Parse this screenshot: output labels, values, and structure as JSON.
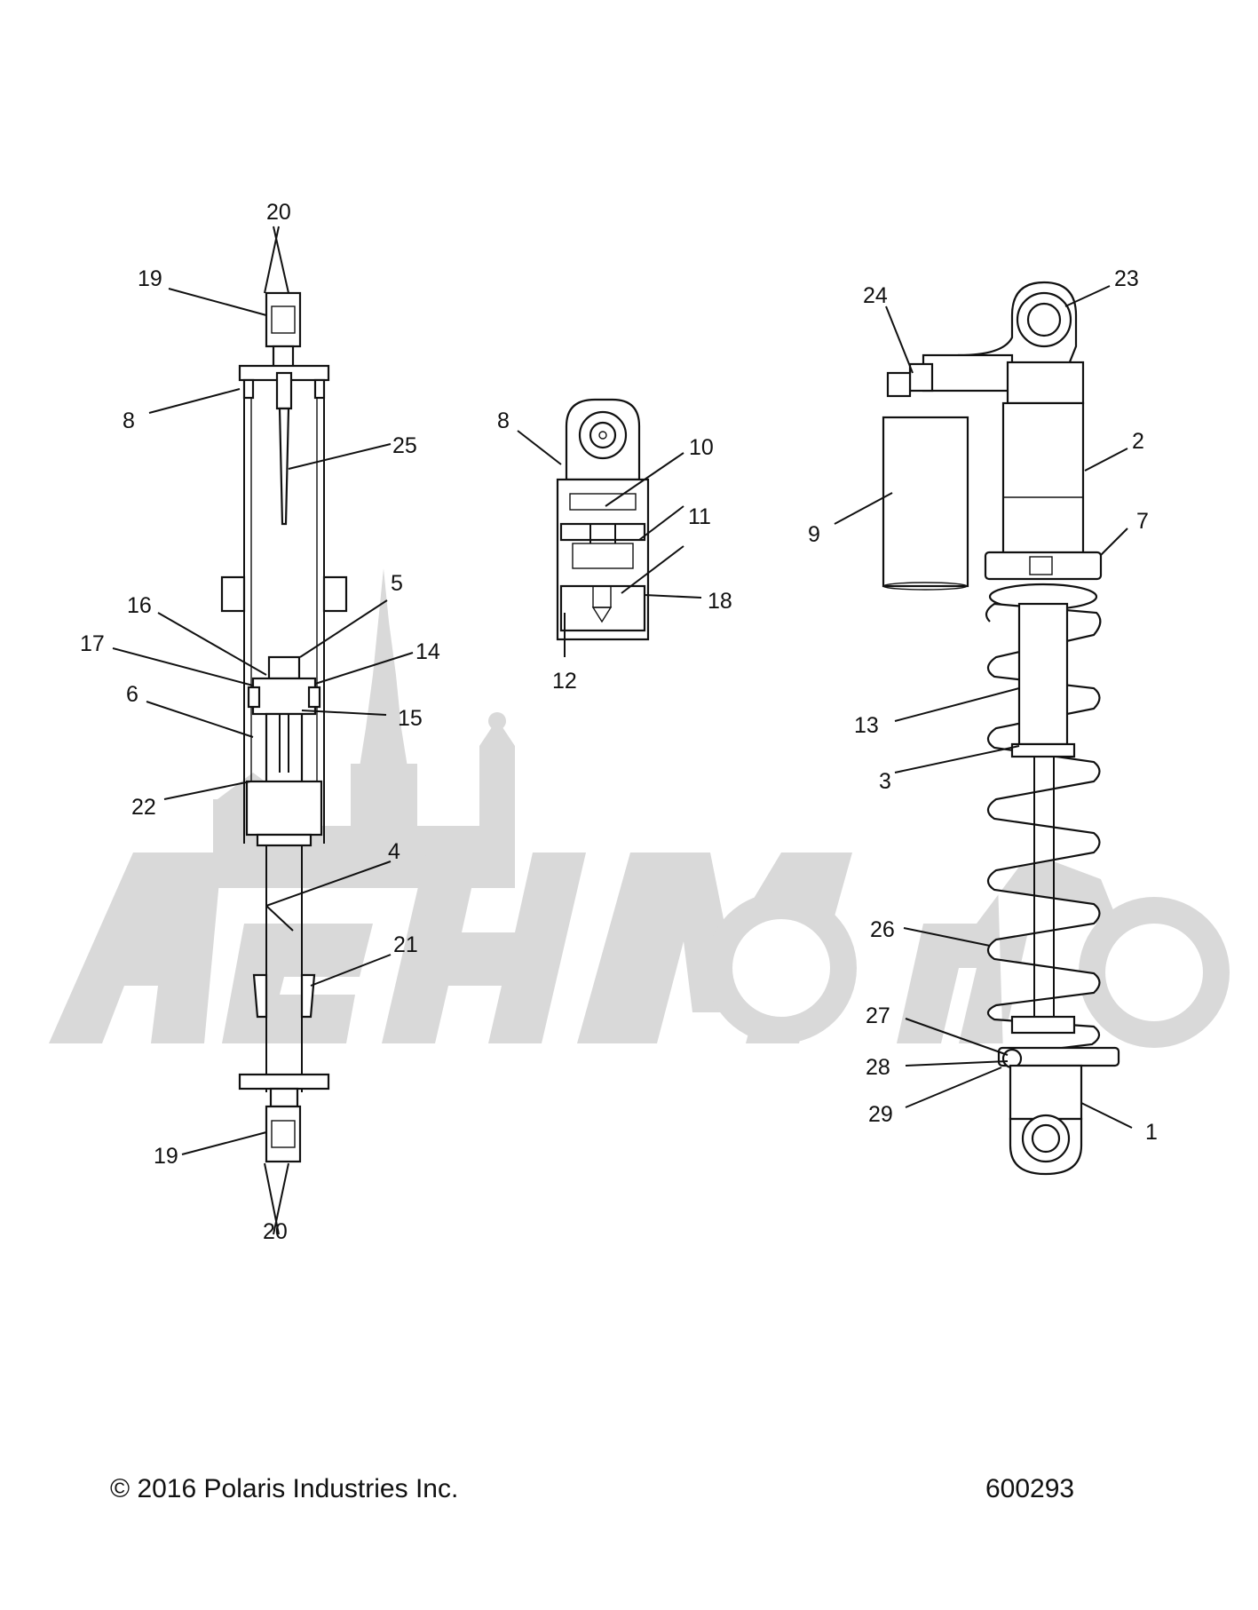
{
  "watermark": {
    "text": "AchMoto",
    "color": "#d9d9d9"
  },
  "footer": {
    "copyright": "© 2016 Polaris Industries Inc.",
    "figure_number": "600293"
  },
  "callouts": {
    "c20_top": "20",
    "c19_top": "19",
    "c8_left": "8",
    "c25": "25",
    "c16": "16",
    "c17": "17",
    "c5": "5",
    "c14": "14",
    "c6": "6",
    "c15": "15",
    "c22": "22",
    "c4": "4",
    "c21": "21",
    "c19_bottom": "19",
    "c20_bottom": "20",
    "c8_mid": "8",
    "c10": "10",
    "c11": "11",
    "c18": "18",
    "c12": "12",
    "c24": "24",
    "c23": "23",
    "c2": "2",
    "c9": "9",
    "c7": "7",
    "c13": "13",
    "c3": "3",
    "c26": "26",
    "c27": "27",
    "c28": "28",
    "c29": "29",
    "c1": "1"
  }
}
